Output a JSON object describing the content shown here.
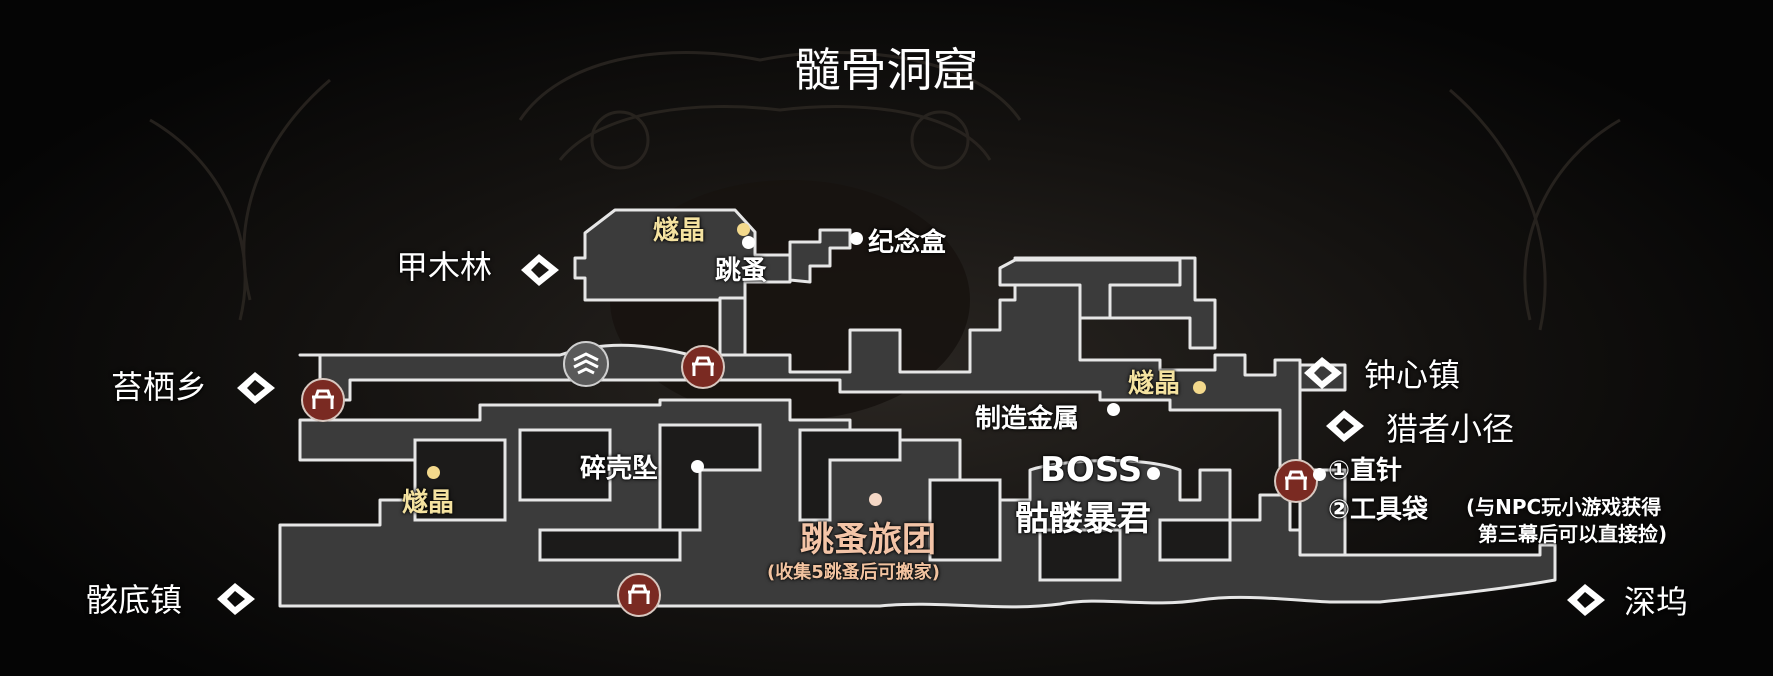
{
  "map_title": "髓骨洞窟",
  "exits": {
    "jiamulin": "甲木林",
    "taiqixiang": "苔栖乡",
    "gaidizhen": "骸底镇",
    "zhongxinzhen": "钟心镇",
    "liezhexiaojing": "猎者小径",
    "shenwu": "深坞"
  },
  "items": {
    "suijing_top": "燧晶",
    "suijing_left": "燧晶",
    "suijing_right": "燧晶",
    "tiaozao_top": "跳蚤",
    "jinianhe": "纪念盒",
    "suiqiaozhui": "碎壳坠",
    "zhizaojinshu": "制造金属",
    "boss": "BOSS",
    "boss_name": "骷髅暴君",
    "tiaozao_lvtuan": "跳蚤旅团",
    "tiaozao_note": "(收集5跳蚤后可搬家)",
    "zhizhen": "①直针",
    "gongjudai": "②工具袋",
    "gongjudai_note_1": "(与NPC玩小游戏获得",
    "gongjudai_note_2": "第三幕后可以直接捡)"
  },
  "icons": {
    "exit": "exit-marker-icon",
    "bench": "bench-icon",
    "stag": "stag-station-icon"
  },
  "colors": {
    "background": "#0a0908",
    "map_fill": "#3b3b3b",
    "map_outline": "#e6e6e6",
    "label_white": "#ffffff",
    "label_yellow": "#f4e2a0",
    "label_orange": "#f3c4a7",
    "bench_red": "#7a2a22"
  }
}
